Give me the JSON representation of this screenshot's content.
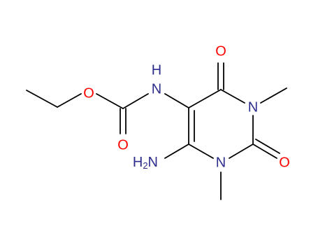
{
  "colors": {
    "bond": "#000000",
    "oxygen": "#ff0000",
    "nitrogen": "#2d2d8c"
  },
  "atoms": {
    "o_ester": "O",
    "nh_carbamate": "H",
    "nh_carbamate_n": "N",
    "o_carbonyl": "O",
    "o_c4": "O",
    "n3": "N",
    "n1": "N",
    "o_c2": "O",
    "nh2_h": "H",
    "nh2_sub": "2",
    "nh2_n": "N"
  }
}
